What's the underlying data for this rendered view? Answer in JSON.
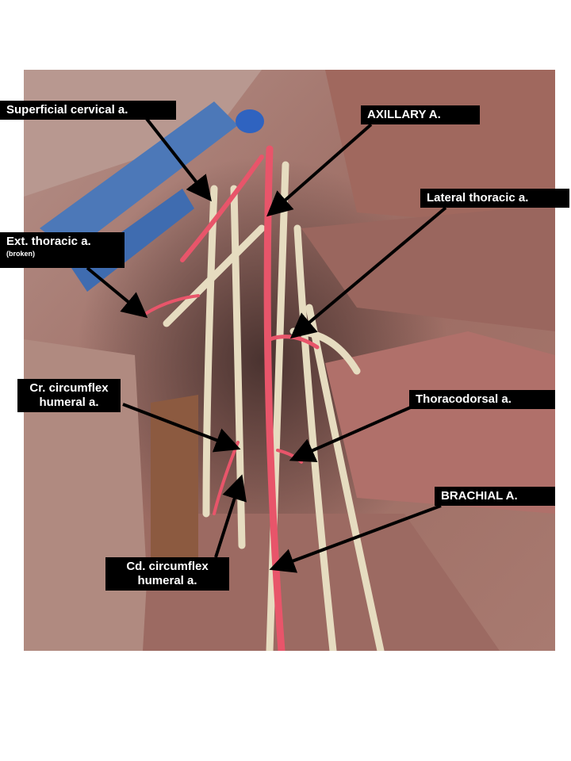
{
  "labels": {
    "superficial_cervical": "Superficial cervical a.",
    "axillary": "AXILLARY A.",
    "lateral_thoracic": "Lateral thoracic a.",
    "ext_thoracic": "Ext. thoracic a.",
    "ext_thoracic_note": "(broken)",
    "cr_circumflex_line1": "Cr. circumflex",
    "cr_circumflex_line2": "humeral a.",
    "thoracodorsal": "Thoracodorsal a.",
    "brachial": "BRACHIAL A.",
    "cd_circumflex_line1": "Cd. circumflex",
    "cd_circumflex_line2": "humeral a."
  },
  "colors": {
    "label_bg": "#000000",
    "label_text": "#ffffff",
    "muscle": "#a8706a",
    "artery": "#e8556a",
    "vein": "#3a6fc0",
    "nerve": "#e6dcc0"
  }
}
